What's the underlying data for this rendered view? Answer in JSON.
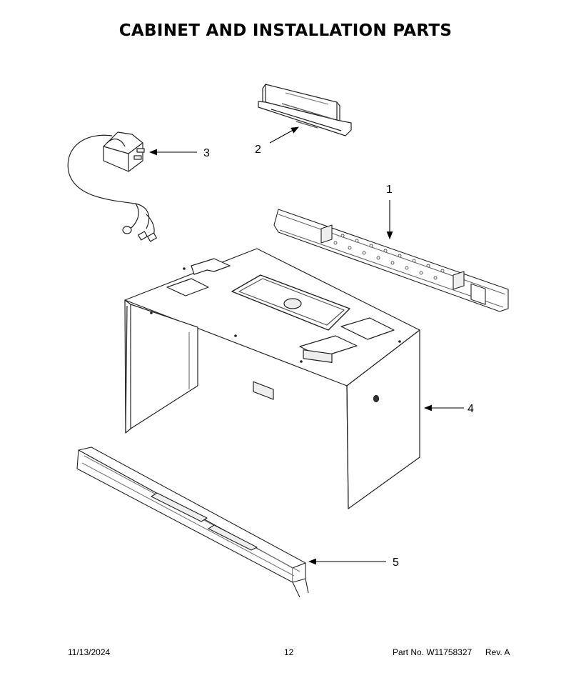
{
  "title": "CABINET AND INSTALLATION PARTS",
  "callouts": {
    "c1": "1",
    "c2": "2",
    "c3": "3",
    "c4": "4",
    "c5": "5"
  },
  "footer": {
    "date": "11/13/2024",
    "page": "12",
    "part_label": "Part No.",
    "part_number": "W11758327",
    "revision": "Rev. A"
  }
}
